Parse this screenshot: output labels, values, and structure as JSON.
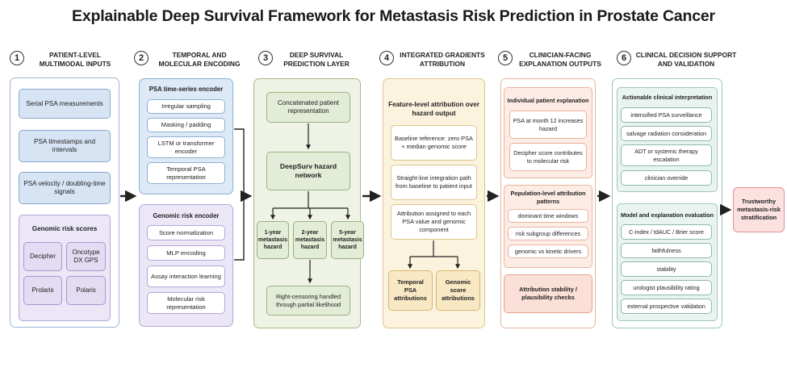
{
  "title": "Explainable Deep Survival Framework for Metastasis Risk Prediction in Prostate Cancer",
  "steps": [
    {
      "num": "1",
      "label_l1": "PATIENT-LEVEL",
      "label_l2": "MULTIMODAL INPUTS"
    },
    {
      "num": "2",
      "label_l1": "TEMPORAL AND",
      "label_l2": "MOLECULAR ENCODING"
    },
    {
      "num": "3",
      "label_l1": "DEEP SURVIVAL",
      "label_l2": "PREDICTION LAYER"
    },
    {
      "num": "4",
      "label_l1": "INTEGRATED GRADIENTS",
      "label_l2": "ATTRIBUTION"
    },
    {
      "num": "5",
      "label_l1": "CLINICIAN-FACING",
      "label_l2": "EXPLANATION OUTPUTS"
    },
    {
      "num": "6",
      "label_l1": "CLINICAL DECISION SUPPORT",
      "label_l2": "AND VALIDATION"
    }
  ],
  "col1": {
    "inputs": [
      "Serial PSA measurements",
      "PSA timestamps and intervals",
      "PSA velocity / doubling-time signals"
    ],
    "genomic_title": "Genomic risk scores",
    "genomic": [
      "Decipher",
      "Oncotype DX GPS",
      "Prolaris",
      "Polaris"
    ]
  },
  "col2": {
    "psa_title": "PSA time-series encoder",
    "psa_items": [
      "Irregular sampling",
      "Masking / padding",
      "LSTM or transformer encoder",
      "Temporal PSA representation"
    ],
    "gen_title": "Genomic risk encoder",
    "gen_items": [
      "Score normalization",
      "MLP encoding",
      "Assay interaction learning",
      "Molecular risk representation"
    ]
  },
  "col3": {
    "concat": "Concatenated patient representation",
    "deepsurv": "DeepSurv hazard network",
    "hazards": [
      "1-year metastasis hazard",
      "2-year metastasis hazard",
      "5-year metastasis hazard"
    ],
    "censor": "Right-censoring handled through partial likelihood"
  },
  "col4": {
    "title": "Feature-level attribution over hazard output",
    "items": [
      "Baseline reference: zero PSA + median genomic score",
      "Straight-line integration path from baseline to patient input",
      "Attribution assigned to each PSA value and genomic component"
    ],
    "outputs": [
      "Temporal PSA attributions",
      "Genomic score attributions"
    ]
  },
  "col5": {
    "indiv_title": "Individual patient explanation",
    "indiv_items": [
      "PSA at month 12 increases hazard",
      "Decipher score contributes to molecular risk"
    ],
    "pop_title": "Population-level attribution patterns",
    "pop_items": [
      "dominant time windows",
      "risk subgroup differences",
      "genomic vs kinetic drivers"
    ],
    "stability": "Attribution stability / plausibility checks"
  },
  "col6": {
    "act_title": "Actionable clinical interpretation",
    "act_items": [
      "intensified PSA surveillance",
      "salvage radiation consideration",
      "ADT or systemic therapy escalation",
      "clinician override"
    ],
    "eval_title": "Model and explanation evaluation",
    "eval_items": [
      "C-index / tdAUC / Brier score",
      "faithfulness",
      "stability",
      "urologist plausibility rating",
      "external prospective validation"
    ]
  },
  "final": "Trustworthy metastasis-risk stratification"
}
